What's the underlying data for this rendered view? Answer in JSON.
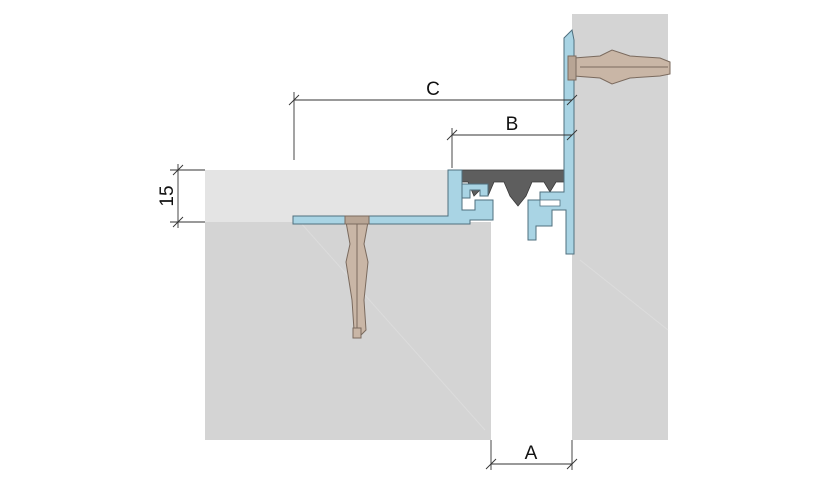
{
  "dimensions": {
    "a_label": "A",
    "b_label": "B",
    "c_label": "C",
    "height_label": "15"
  },
  "colors": {
    "background": "#ffffff",
    "concrete": "#d4d4d4",
    "floor_covering": "#e4e4e4",
    "aluminium_profile": "#a9d4e4",
    "profile_outline": "#4f6f7e",
    "rubber_insert": "#5e5e5e",
    "anchor": "#c9b6a6",
    "dimension_line": "#333333"
  }
}
